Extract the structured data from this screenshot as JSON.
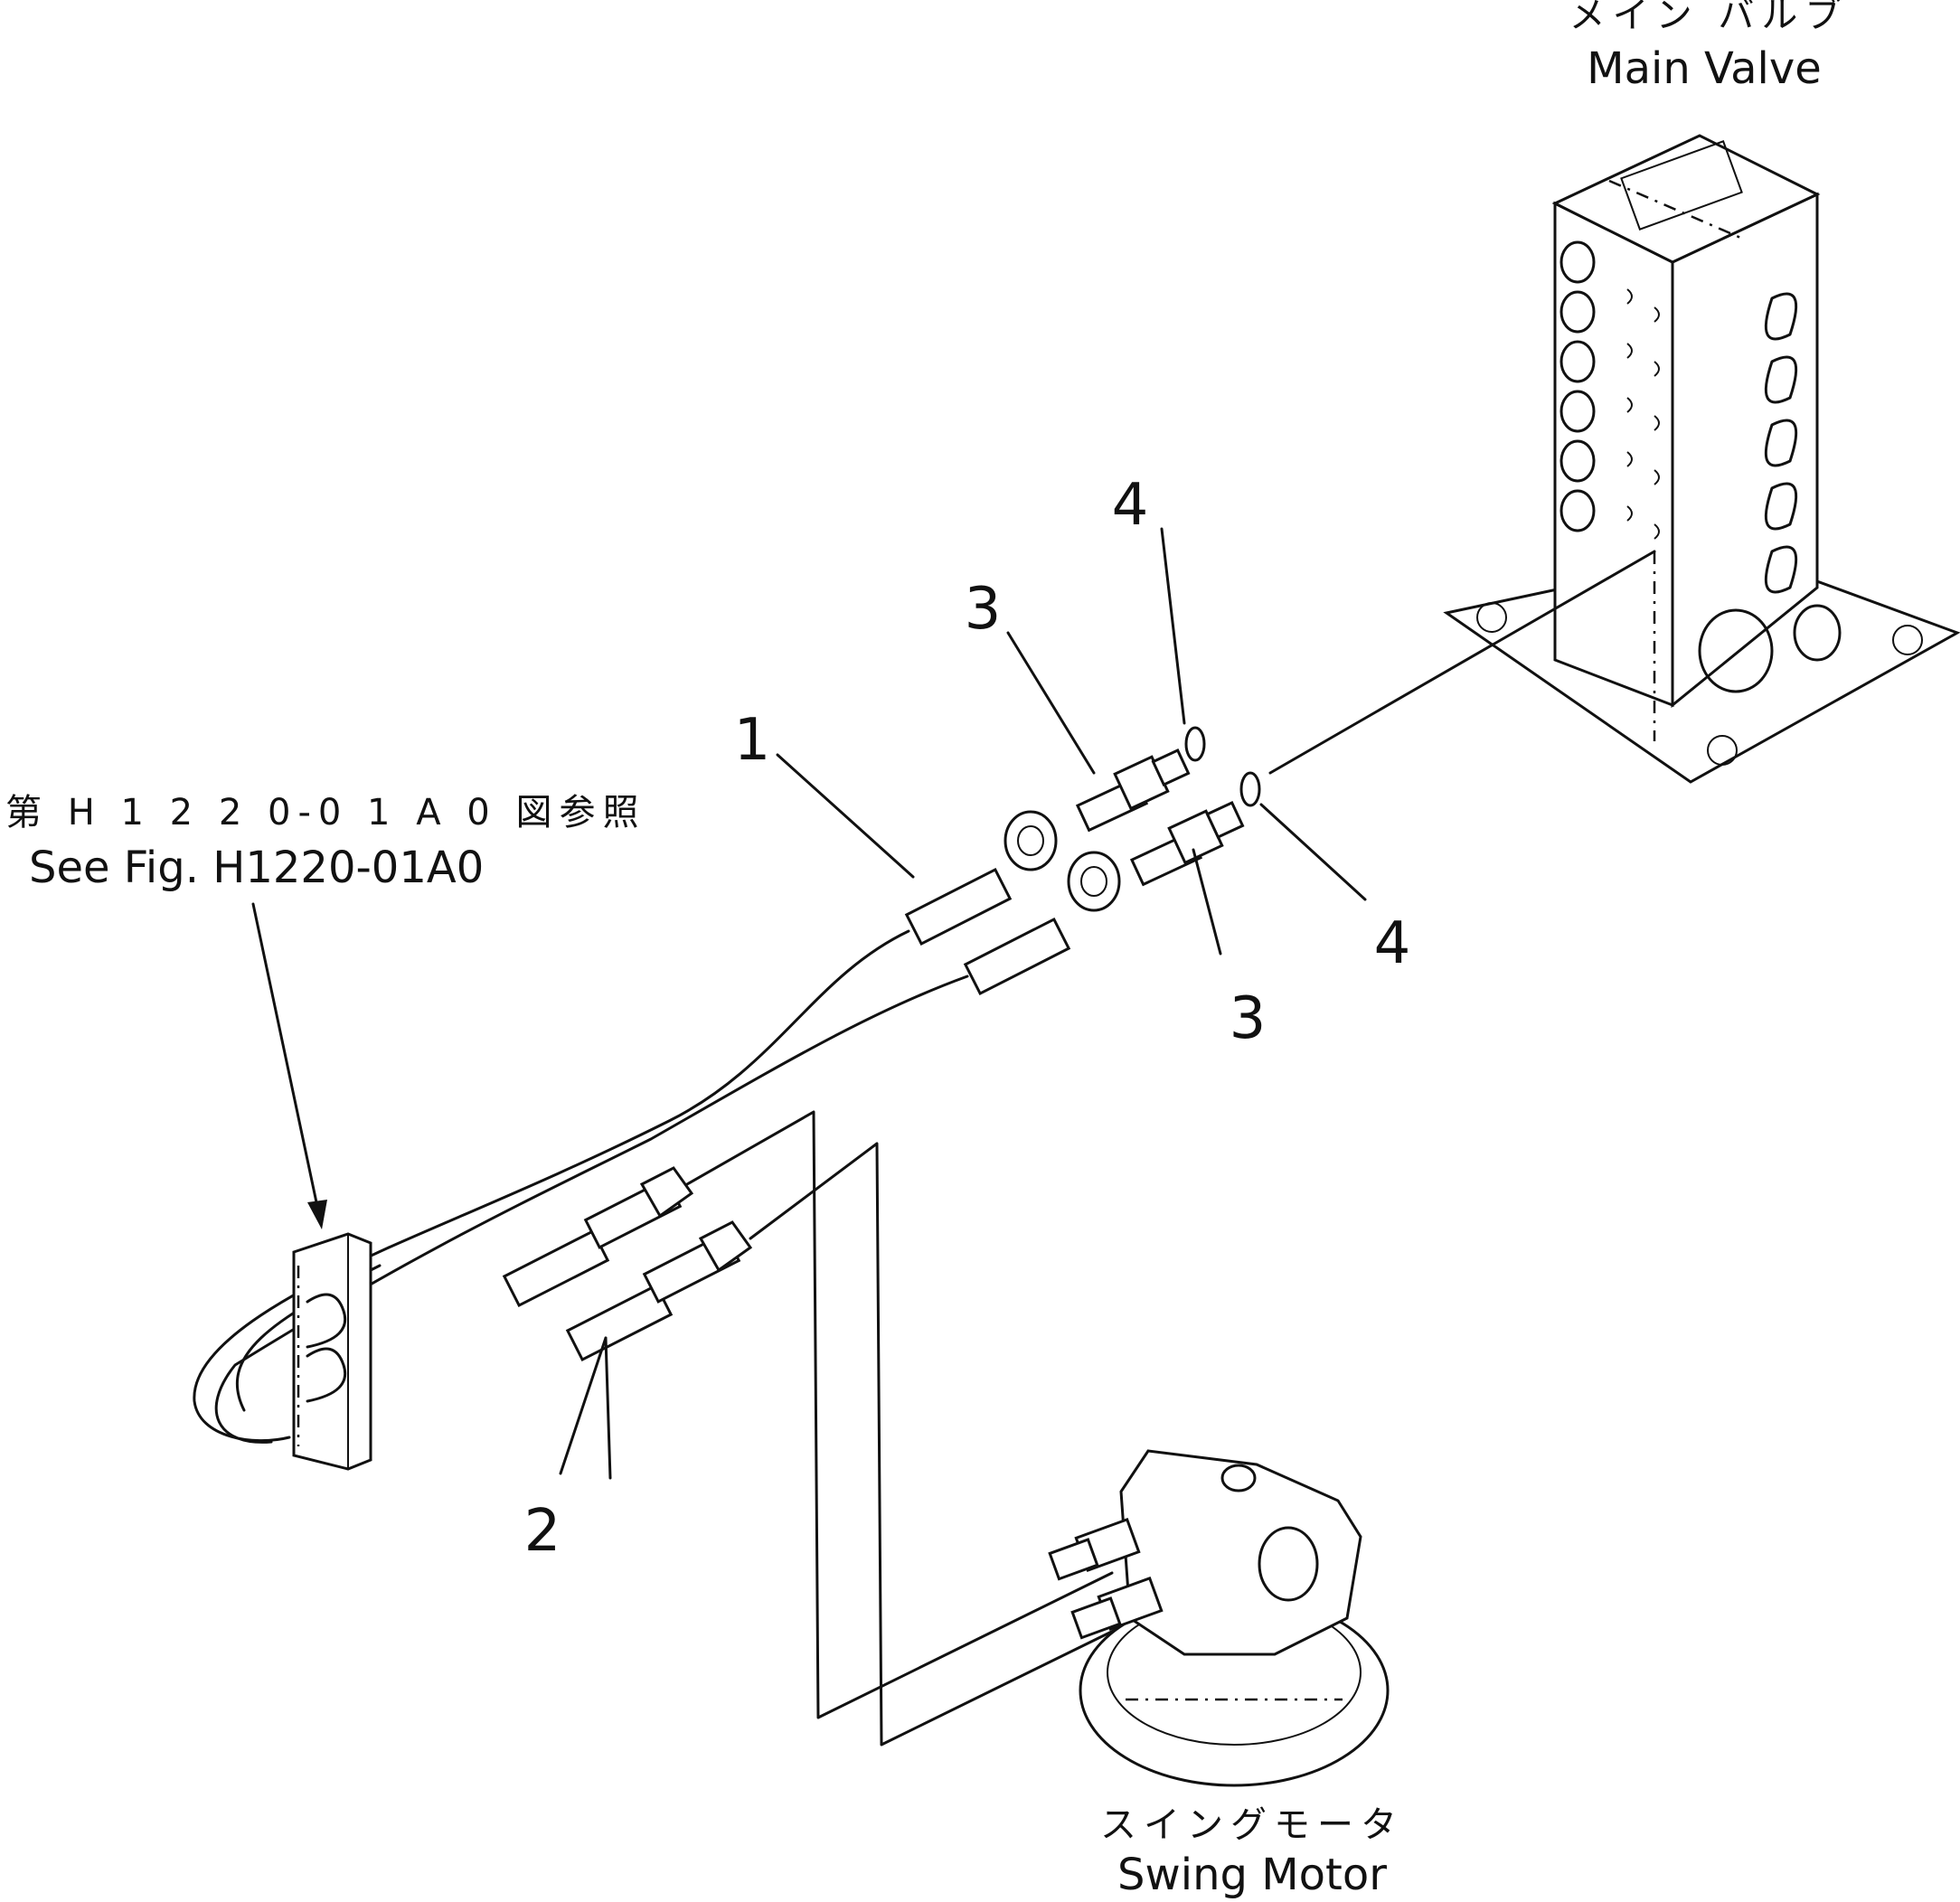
{
  "labels": {
    "main_valve_jp": "メイン バルブ",
    "main_valve_en": "Main Valve",
    "ref_jp": "第 H 1 2 2 0-0 1 A 0 図参照",
    "ref_en": "See Fig. H1220-01A0",
    "swing_motor_jp": "スイングモータ",
    "swing_motor_en": "Swing Motor"
  },
  "callouts": {
    "c1": "1",
    "c2": "2",
    "c3_upper": "3",
    "c3_lower": "3",
    "c4_upper": "4",
    "c4_lower": "4"
  }
}
